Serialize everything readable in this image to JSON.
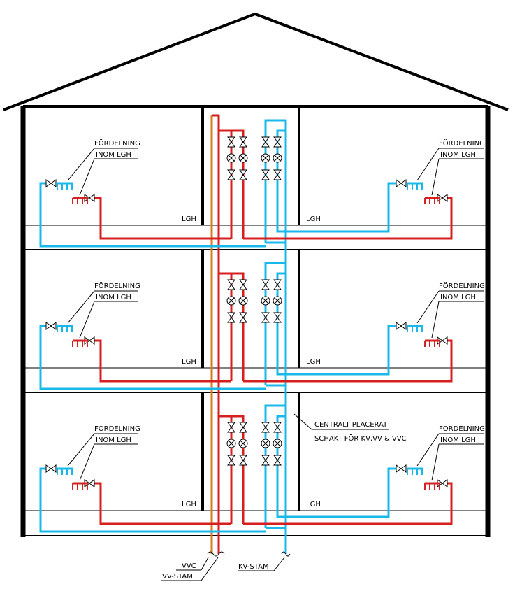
{
  "labels": {
    "distribution_line1": "FÖRDELNING",
    "distribution_line2": "INOM LGH",
    "apartment": "LGH",
    "shaft_line1": "CENTRALT PLACERAT",
    "shaft_line2": "SCHAKT FÖR KV,VV & VVC",
    "vvc": "VVC",
    "vv_stam": "VV-STAM",
    "kv_stam": "KV-STAM"
  },
  "colors": {
    "cold_water": "#1ab8ea",
    "hot_water": "#d61f1f",
    "circulation": "#d97a22",
    "structure": "#000000"
  },
  "legend": [
    {
      "label_key": "vvc",
      "pipe": "circulation"
    },
    {
      "label_key": "vv_stam",
      "pipe": "hot_water"
    },
    {
      "label_key": "kv_stam",
      "pipe": "cold_water"
    }
  ]
}
